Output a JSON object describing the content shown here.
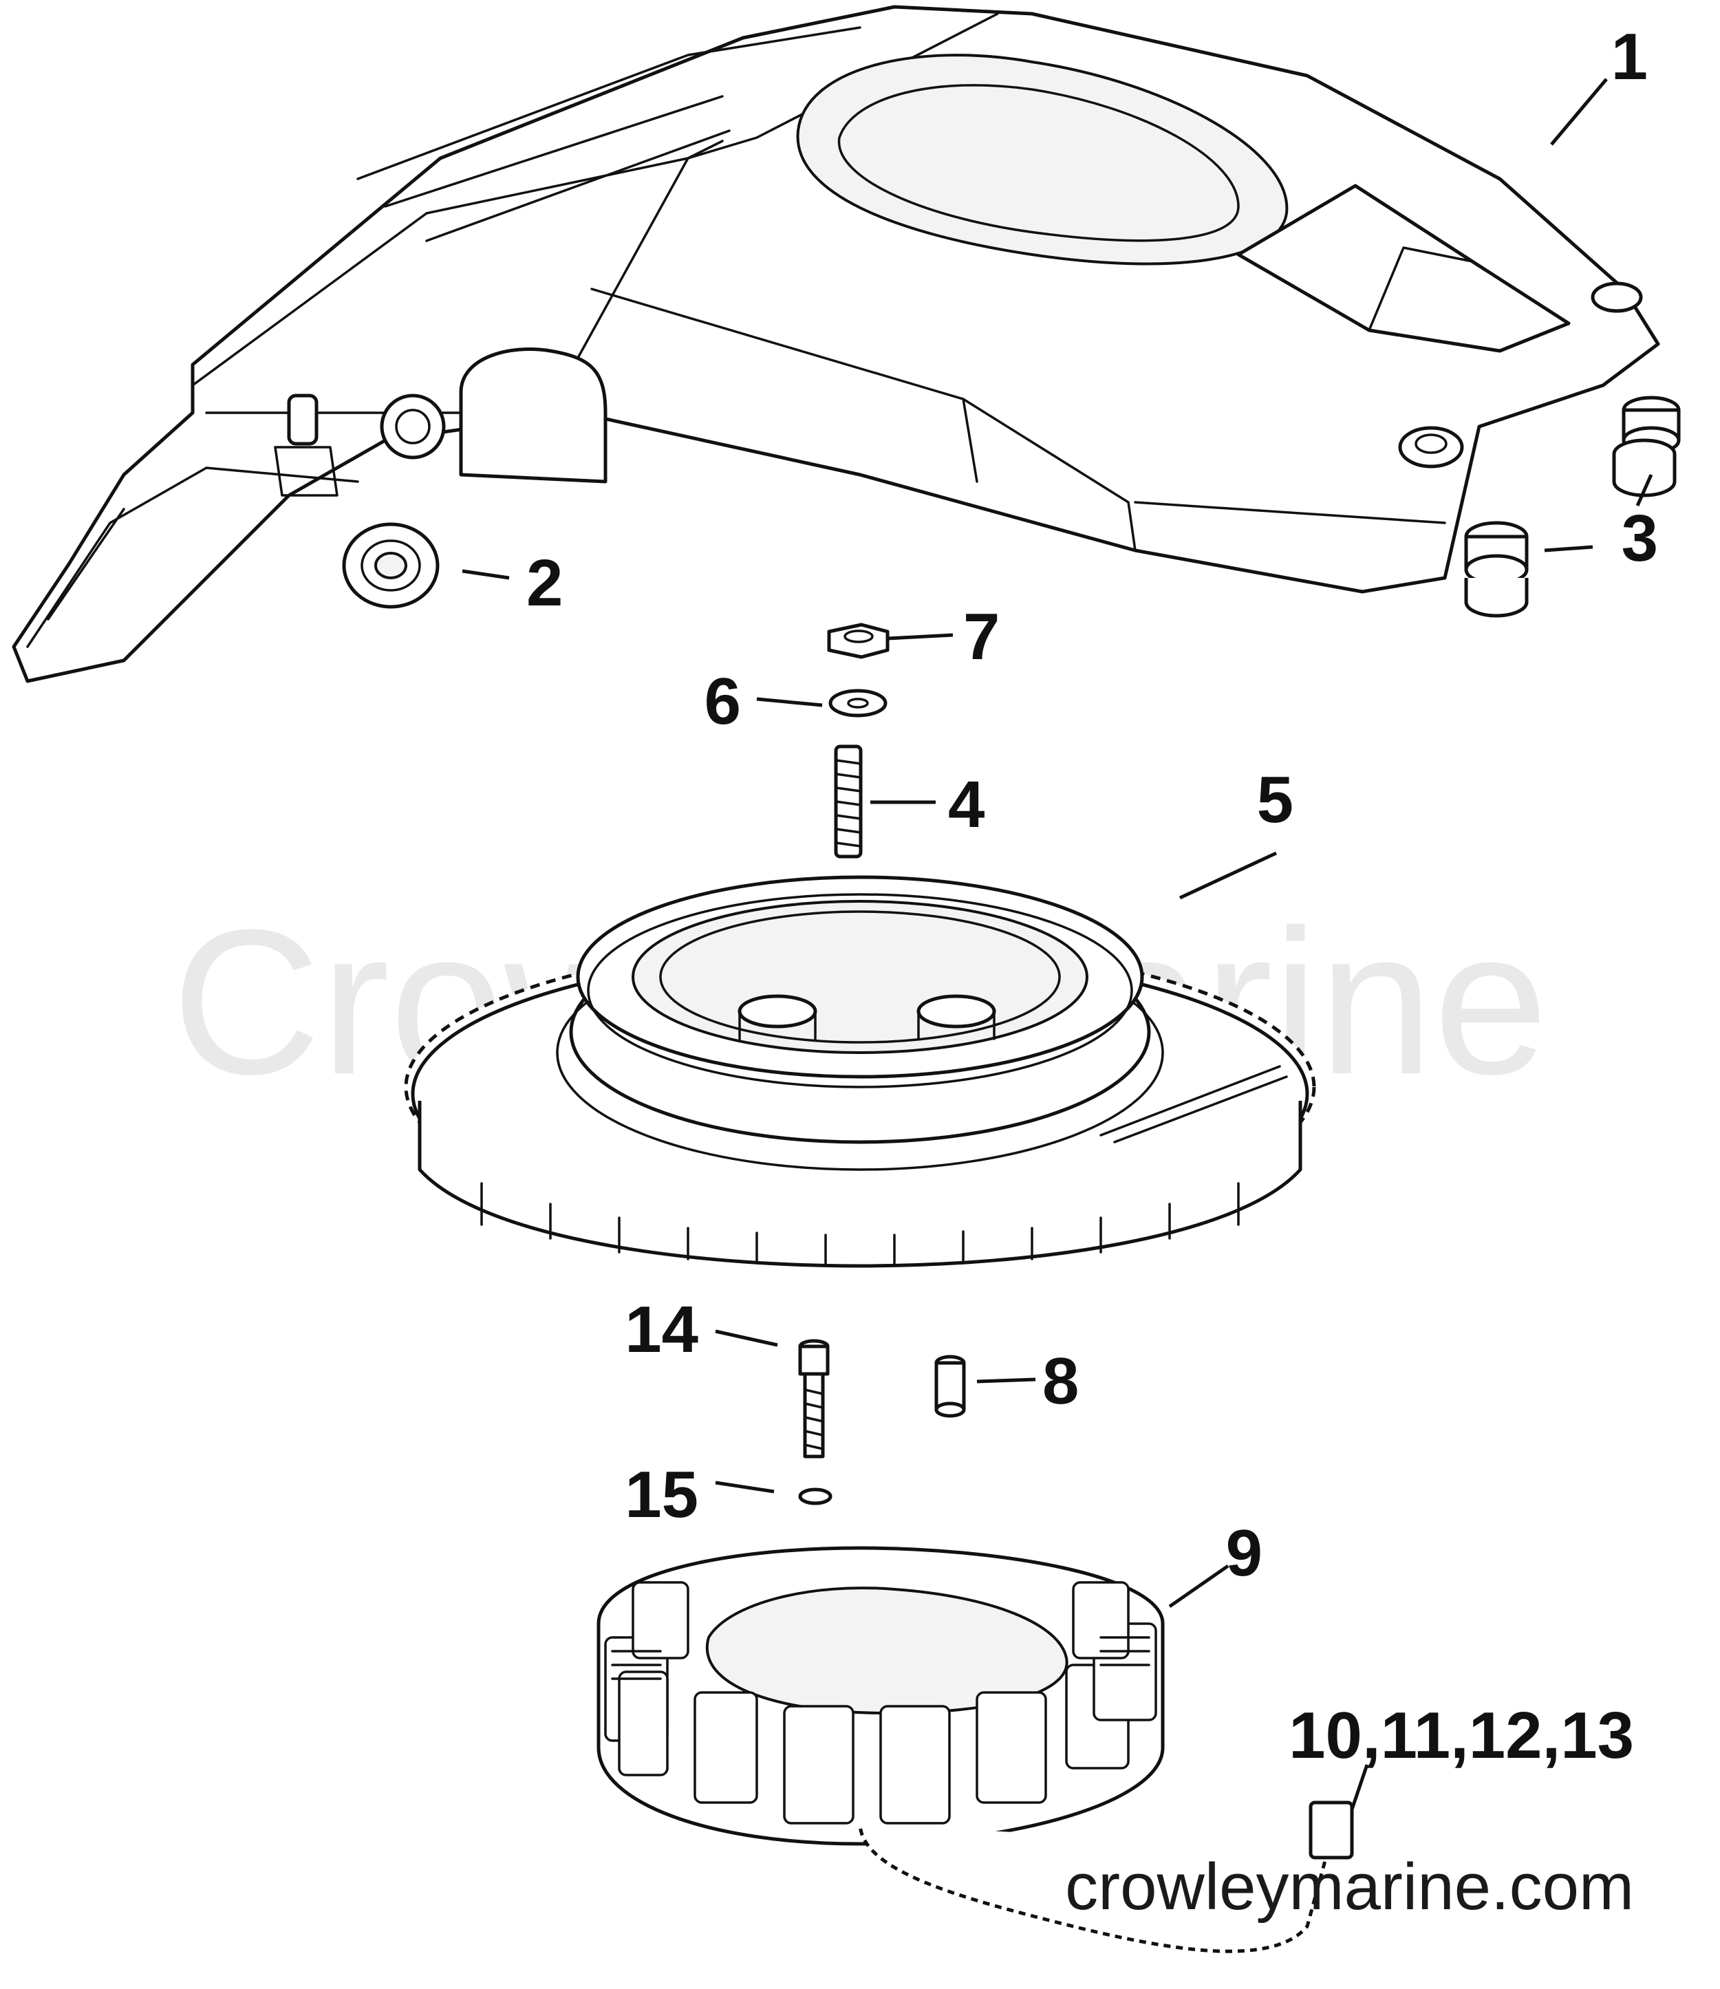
{
  "diagram": {
    "watermark": "CrowleyMarine",
    "site": "crowleymarine.com",
    "callouts": [
      "1",
      "2",
      "3",
      "4",
      "5",
      "6",
      "7",
      "8",
      "9",
      "10,11,12,13",
      "14",
      "15"
    ],
    "colors": {
      "ink": "#111111",
      "paper": "#ffffff",
      "watermark": "#e9e9e9"
    }
  }
}
